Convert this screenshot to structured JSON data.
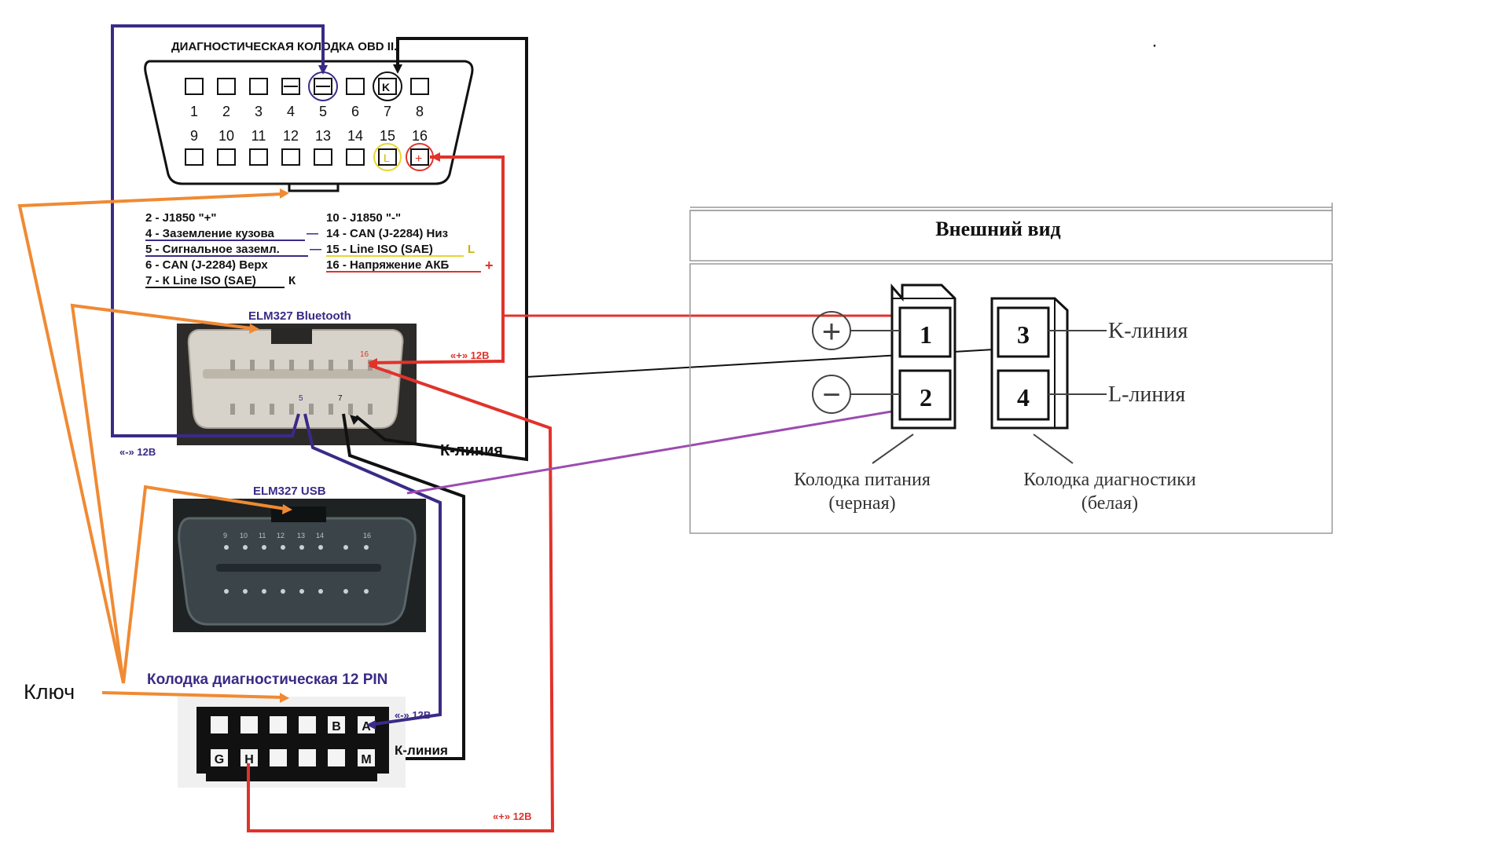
{
  "obd": {
    "title": "ДИАГНОСТИЧЕСКАЯ КОЛОДКА OBD II.",
    "top_pins": [
      "1",
      "2",
      "3",
      "4",
      "5",
      "6",
      "7",
      "8"
    ],
    "bottom_pins": [
      "9",
      "10",
      "11",
      "12",
      "13",
      "14",
      "15",
      "16"
    ],
    "pin_marks": {
      "p4": "—",
      "p5": "—",
      "p7": "K",
      "p15": "L",
      "p16": "+"
    },
    "legend_left": [
      "2 - J1850 \"+\"",
      "4 - Заземление кузова",
      "5 - Сигнальное заземл.",
      "6 - CAN (J-2284) Верх",
      "7 - К Line ISO (SAE)"
    ],
    "legend_left_marks": [
      "",
      "—",
      "—",
      "",
      "К"
    ],
    "legend_right": [
      "10 - J1850 \"-\"",
      "14 - CAN (J-2284) Низ",
      "15 - Line ISO (SAE)",
      "16 - Напряжение АКБ"
    ],
    "legend_right_marks": [
      "",
      "",
      "L",
      "+"
    ]
  },
  "elm_bt": {
    "title": "ELM327 Bluetooth",
    "pin5": "5",
    "pin7": "7",
    "pin16": "16",
    "plus_label": "«+» 12В",
    "minus_label": "«-» 12В",
    "k_label": "К-линия"
  },
  "elm_usb": {
    "title": "ELM327 USB",
    "pin_numbers": [
      "9",
      "10",
      "11",
      "12",
      "13",
      "14",
      "",
      "16"
    ]
  },
  "pin12": {
    "title": "Колодка диагностическая 12 PIN",
    "top_letters": [
      "",
      "",
      "",
      "",
      "B",
      "A"
    ],
    "bottom_letters": [
      "G",
      "H",
      "",
      "",
      "",
      "M"
    ],
    "minus_label": "«-» 12В",
    "k_label": "К-линия",
    "plus_label": "«+» 12В"
  },
  "key_label": "Ключ",
  "dot": "·",
  "right": {
    "header": "Внешний вид",
    "power_pins": [
      "1",
      "2"
    ],
    "diag_pins": [
      "3",
      "4"
    ],
    "k_line": "K-линия",
    "l_line": "L-линия",
    "power_caption_1": "Колодка питания",
    "power_caption_2": "(черная)",
    "diag_caption_1": "Колодка диагностики",
    "diag_caption_2": "(белая)",
    "plus_sym": "+",
    "minus_sym": "−"
  },
  "colors": {
    "purple": "#3b2a86",
    "red": "#e0332b",
    "orange": "#f08a33",
    "black": "#111111",
    "yellow": "#e8d531",
    "violet": "#9b4cb0"
  }
}
